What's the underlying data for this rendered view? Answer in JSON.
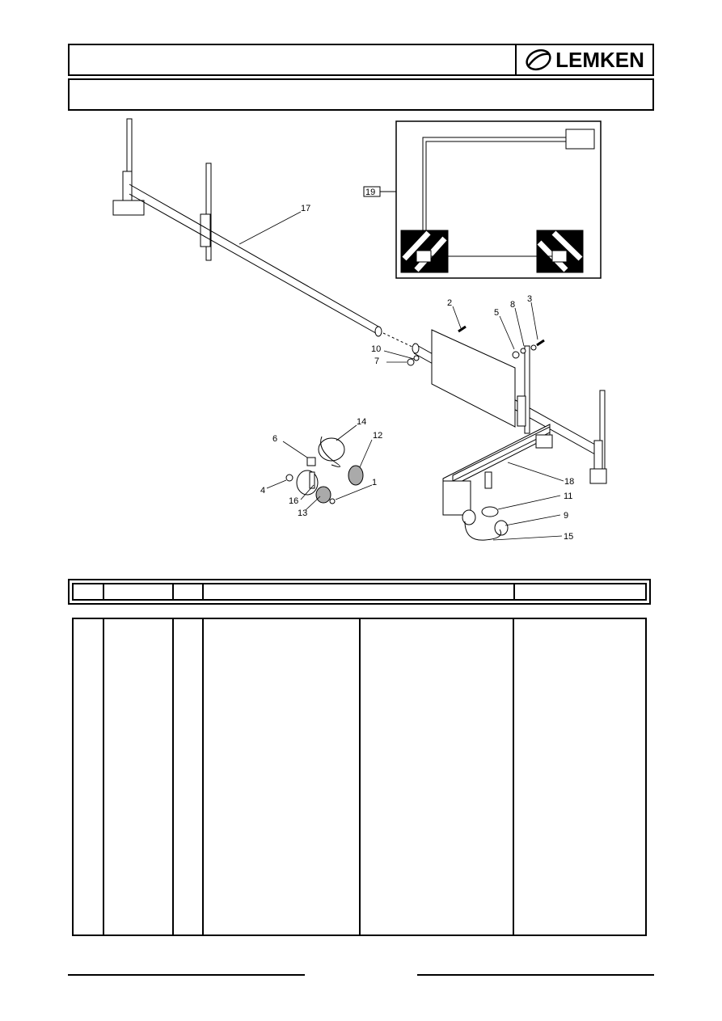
{
  "header": {
    "brand": "LEMKEN",
    "top_left_text": "",
    "subtitle": ""
  },
  "diagram": {
    "callouts": [
      "1",
      "2",
      "3",
      "4",
      "5",
      "6",
      "7",
      "8",
      "9",
      "10",
      "11",
      "12",
      "13",
      "14",
      "15",
      "16",
      "17",
      "18"
    ],
    "inset_label": "19"
  },
  "parts_table": {
    "header_cells": [
      "",
      "",
      "",
      "",
      ""
    ],
    "rows": []
  },
  "footer": {
    "left": "",
    "right": ""
  }
}
